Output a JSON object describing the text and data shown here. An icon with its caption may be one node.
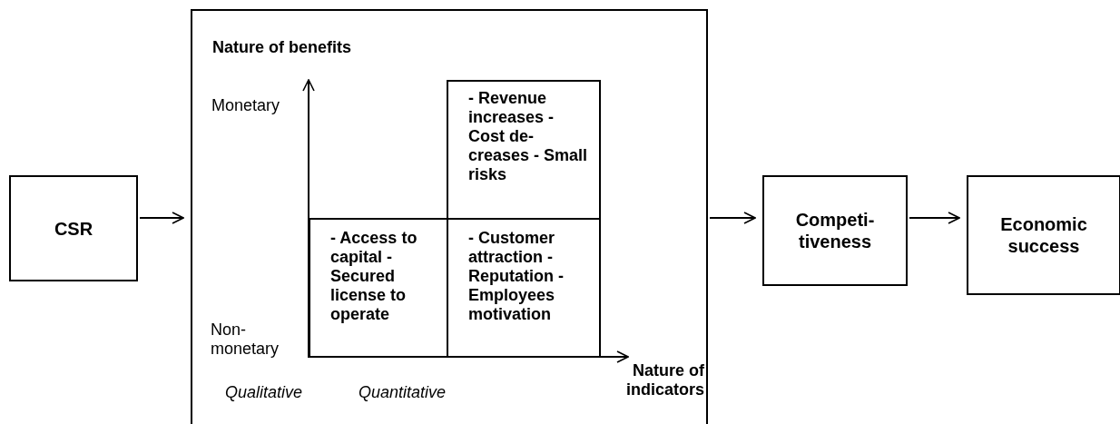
{
  "diagram": {
    "nodes": [
      {
        "text": [
          "CSR"
        ]
      },
      {
        "text": [
          "Nature of benefits"
        ]
      },
      {
        "text": [
          "- Revenue increases - Cost de- creases - Small risks"
        ],
        "in": 1
      },
      {
        "text": [
          "- Access to capital - Secured license to operate"
        ],
        "in": 1
      },
      {
        "text": [
          "- Customer attraction - Reputation - Employees motivation"
        ],
        "in": 1
      },
      {
        "text": [
          "Competi- tiveness"
        ]
      },
      {
        "text": [
          "Economic success"
        ]
      }
    ],
    "edges": [
      {
        "from": 0,
        "to": 1,
        "arrow": "to"
      },
      {
        "from": 1,
        "to": 5,
        "arrow": "to"
      },
      {
        "from": 5,
        "to": 6,
        "arrow": "to"
      }
    ],
    "labels": [
      "Monetary",
      "Non- monetary",
      "Nature of indicators",
      "Qualitative",
      "Quantitative"
    ]
  }
}
